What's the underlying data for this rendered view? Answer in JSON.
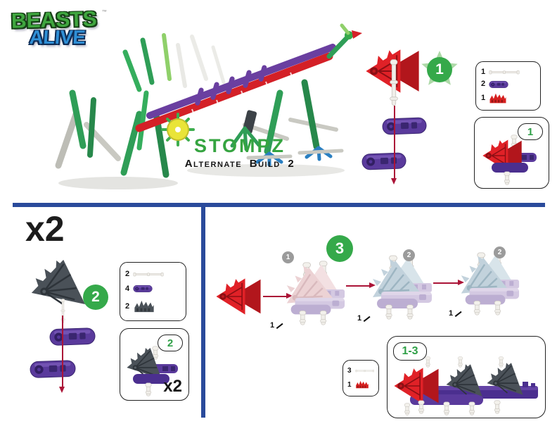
{
  "logo": {
    "line1": "BEASTS",
    "line2": "ALIVE",
    "trademark": "™"
  },
  "title": {
    "name": "STOMPZ",
    "subtitle": "Alternate Build 2"
  },
  "colors": {
    "divider_blue": "#2a4a9b",
    "knex_green": "#35a94a",
    "piece_red": "#e02127",
    "piece_purple": "#5a3a9c",
    "piece_gray": "#4a5158",
    "arrow_crimson": "#ab1437",
    "badge_gray": "#9b9b9b"
  },
  "steps": {
    "one": {
      "badge": "1",
      "parts": [
        {
          "qty": "1",
          "part": "white-rod"
        },
        {
          "qty": "2",
          "part": "purple-clip"
        },
        {
          "qty": "1",
          "part": "red-connector"
        }
      ],
      "result_label": "1"
    },
    "two": {
      "badge": "2",
      "multiplier": "x2",
      "parts": [
        {
          "qty": "2",
          "part": "white-rod"
        },
        {
          "qty": "4",
          "part": "purple-clip"
        },
        {
          "qty": "2",
          "part": "gray-connector"
        }
      ],
      "result_label": "2",
      "result_multiplier": "x2"
    },
    "three": {
      "badge": "3",
      "stages": [
        {
          "badge": "1",
          "callout": "1"
        },
        {
          "badge": "2",
          "callout": "1"
        },
        {
          "badge": "2",
          "callout": "1"
        }
      ],
      "parts": [
        {
          "qty": "3",
          "part": "white-rod"
        },
        {
          "qty": "1",
          "part": "red-connector"
        }
      ],
      "result_label": "1-3"
    }
  }
}
